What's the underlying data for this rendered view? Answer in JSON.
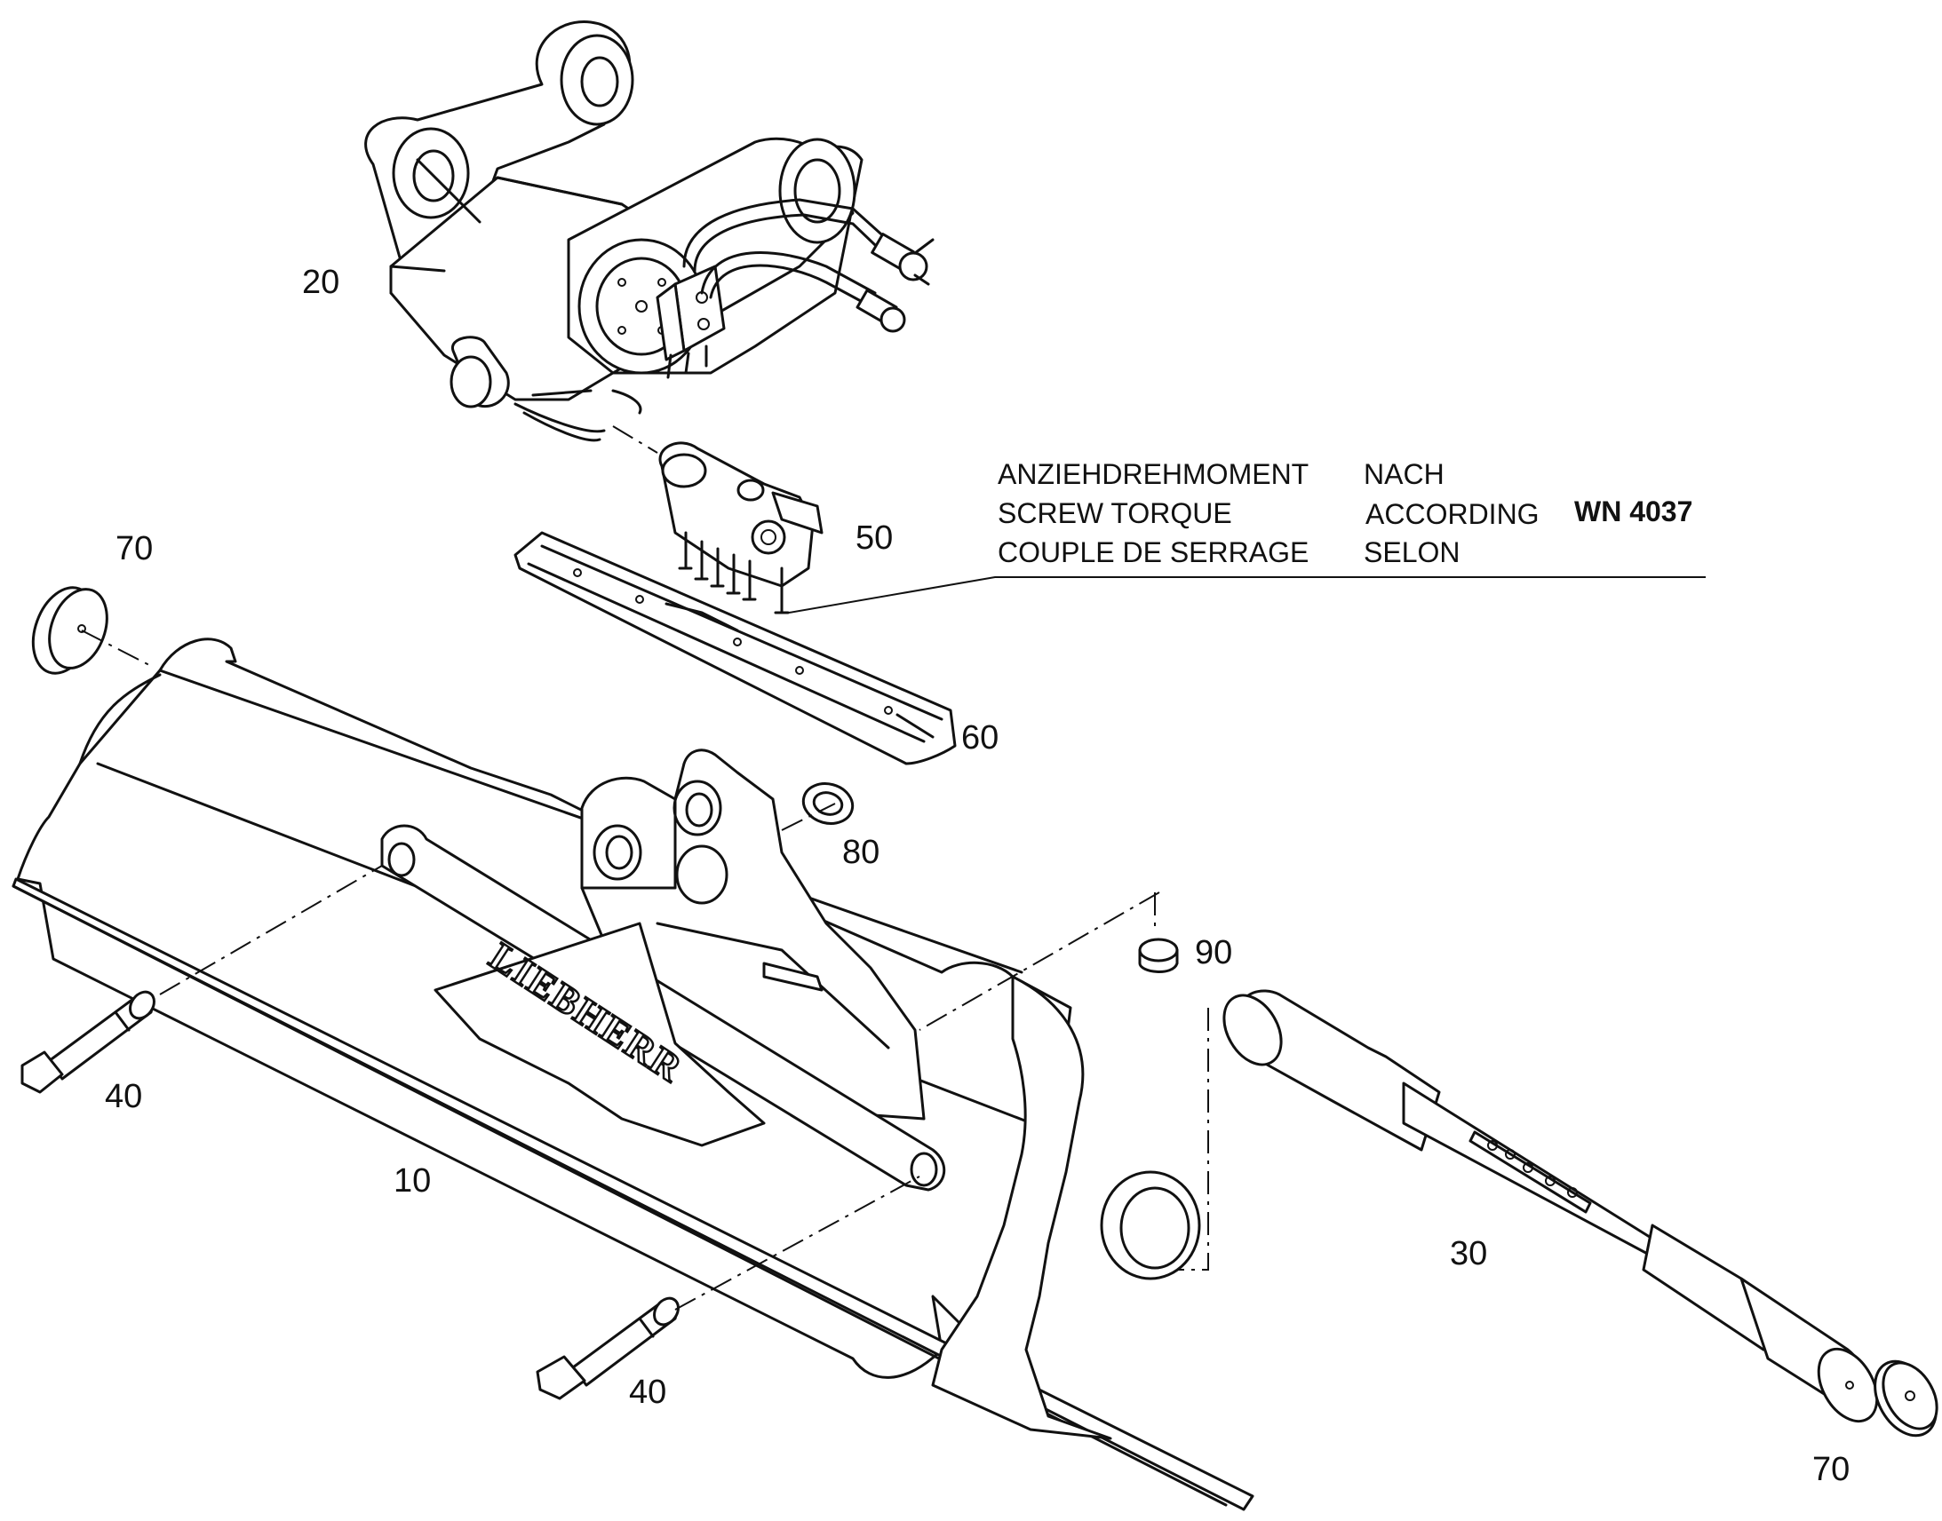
{
  "callouts": {
    "c10": "10",
    "c20": "20",
    "c30": "30",
    "c40a": "40",
    "c40b": "40",
    "c50": "50",
    "c60": "60",
    "c70a": "70",
    "c70b": "70",
    "c80": "80",
    "c90": "90"
  },
  "torque_note": {
    "de_label": "ANZIEHDREHMOMENT",
    "de_word": "NACH",
    "en_label": "SCREW TORQUE",
    "en_word": "ACCORDING",
    "fr_label": "COUPLE DE SERRAGE",
    "fr_word": "SELON",
    "standard": "WN 4037"
  },
  "logo_text": "LIEBHERR",
  "colors": {
    "line": "#111111",
    "background": "#ffffff"
  }
}
